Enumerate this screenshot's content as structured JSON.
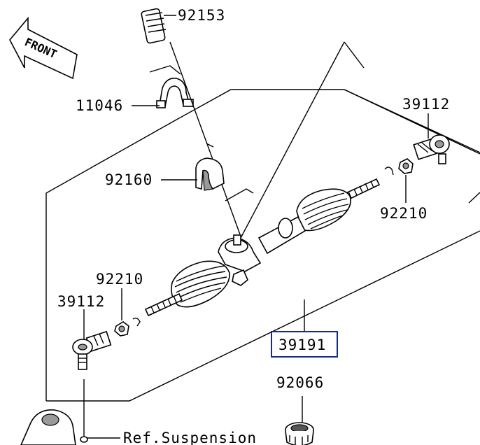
{
  "direction_arrow": {
    "text": "FRONT",
    "icon": "front-arrow-icon"
  },
  "callouts": {
    "p92153": "92153",
    "p11046": "11046",
    "p92160": "92160",
    "p39112_right": "39112",
    "p92210_right": "92210",
    "p92210_left": "92210",
    "p39112_left": "39112",
    "p39191": "39191",
    "p92066": "92066"
  },
  "reference_label": "Ref.Suspension",
  "colors": {
    "highlight_box": "#1a2a8c",
    "line": "#000000"
  }
}
